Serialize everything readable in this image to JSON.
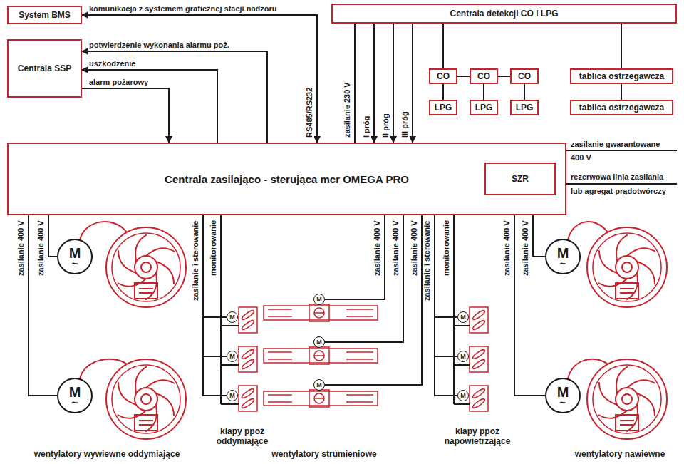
{
  "diagram": {
    "nodes": [
      {
        "text": [
          "System BMS"
        ]
      },
      {
        "text": [
          "Centrala SSP"
        ]
      },
      {
        "text": [
          "Centrala detekcji CO i LPG"
        ]
      },
      {
        "text": [
          "CO"
        ]
      },
      {
        "text": [
          "CO"
        ]
      },
      {
        "text": [
          "CO"
        ]
      },
      {
        "text": [
          "LPG"
        ]
      },
      {
        "text": [
          "LPG"
        ]
      },
      {
        "text": [
          "LPG"
        ]
      },
      {
        "text": [
          "tablica ostrzegawcza"
        ]
      },
      {
        "text": [
          "tablica ostrzegawcza"
        ]
      },
      {
        "text": [
          "Centrala zasilająco - sterująca mcr OMEGA PRO"
        ]
      },
      {
        "text": [
          "SZR"
        ],
        "in": 11
      },
      {
        "text": [
          "M",
          "~"
        ]
      },
      {
        "text": [
          "M",
          "~"
        ]
      },
      {
        "text": [
          "M"
        ]
      },
      {
        "text": [
          "M"
        ]
      },
      {
        "text": [
          "M"
        ]
      },
      {
        "text": [
          "M"
        ]
      },
      {
        "text": [
          "M"
        ]
      },
      {
        "text": [
          "M"
        ]
      },
      {
        "text": [
          "M"
        ]
      },
      {
        "text": [
          "M"
        ]
      },
      {
        "text": [
          "M"
        ]
      },
      {
        "text": [
          "M",
          "~"
        ]
      },
      {
        "text": [
          "M",
          "~"
        ]
      }
    ],
    "edges": [
      {
        "from": 0,
        "to": 11,
        "arrow": "both",
        "label": "komunikacja z systemem graficznej stacji nadzoru"
      },
      {
        "from": 11,
        "to": 1,
        "arrow": "to",
        "label": "potwierdzenie wykonania alarmu poż."
      },
      {
        "from": 11,
        "to": 1,
        "arrow": "to",
        "label": "uszkodzenie"
      },
      {
        "from": 1,
        "to": 11,
        "arrow": "to",
        "label": "alarm pożarowy"
      },
      {
        "from": 11,
        "to": 2,
        "arrow": "none",
        "label": "zasilanie 230 V"
      },
      {
        "from": 2,
        "to": 11,
        "arrow": "to",
        "label": "I próg"
      },
      {
        "from": 2,
        "to": 11,
        "arrow": "to",
        "label": "II próg"
      },
      {
        "from": 2,
        "to": 11,
        "arrow": "to",
        "label": "III próg"
      },
      {
        "from": 2,
        "to": 3,
        "arrow": "none"
      },
      {
        "from": 3,
        "to": 4,
        "arrow": "none"
      },
      {
        "from": 4,
        "to": 5,
        "arrow": "none"
      },
      {
        "from": 3,
        "to": 6,
        "arrow": "none"
      },
      {
        "from": 4,
        "to": 7,
        "arrow": "none"
      },
      {
        "from": 5,
        "to": 8,
        "arrow": "none"
      },
      {
        "from": 2,
        "to": 9,
        "arrow": "none"
      },
      {
        "from": 9,
        "to": 10,
        "arrow": "none"
      },
      {
        "from": 11,
        "to": 13,
        "arrow": "none",
        "label": "zasilanie 400 V"
      },
      {
        "from": 11,
        "to": 14,
        "arrow": "none",
        "label": "zasilanie 400 V"
      },
      {
        "from": 11,
        "to": 15,
        "arrow": "none",
        "label": "zasilanie i sterowanie"
      },
      {
        "from": 11,
        "to": 16,
        "arrow": "none"
      },
      {
        "from": 11,
        "to": 17,
        "arrow": "none"
      },
      {
        "from": 11,
        "to": 18,
        "arrow": "none",
        "label": "zasilanie 400 V"
      },
      {
        "from": 11,
        "to": 19,
        "arrow": "none",
        "label": "zasilanie 400 V"
      },
      {
        "from": 11,
        "to": 20,
        "arrow": "none",
        "label": "zasilanie 400 V"
      },
      {
        "from": 11,
        "to": 21,
        "arrow": "none",
        "label": "zasilanie i sterowanie"
      },
      {
        "from": 11,
        "to": 22,
        "arrow": "none"
      },
      {
        "from": 11,
        "to": 23,
        "arrow": "none"
      },
      {
        "from": 11,
        "to": 24,
        "arrow": "none",
        "label": "zasilanie 400 V"
      },
      {
        "from": 11,
        "to": 25,
        "arrow": "none",
        "label": "zasilanie 400 V"
      }
    ],
    "labels": [
      "RS485/RS232",
      "monitorowanie",
      "monitorowanie",
      "zasilanie gwarantowane",
      "400 V",
      "rezerwowa linia zasilania",
      "lub agregat prądotwórczy",
      "wentylatory wywiewne oddymiające",
      "klapy ppoż oddymiające",
      "wentylatory strumieniowe",
      "klapy ppoż napowietrzające",
      "wentylatory nawiewne"
    ]
  }
}
